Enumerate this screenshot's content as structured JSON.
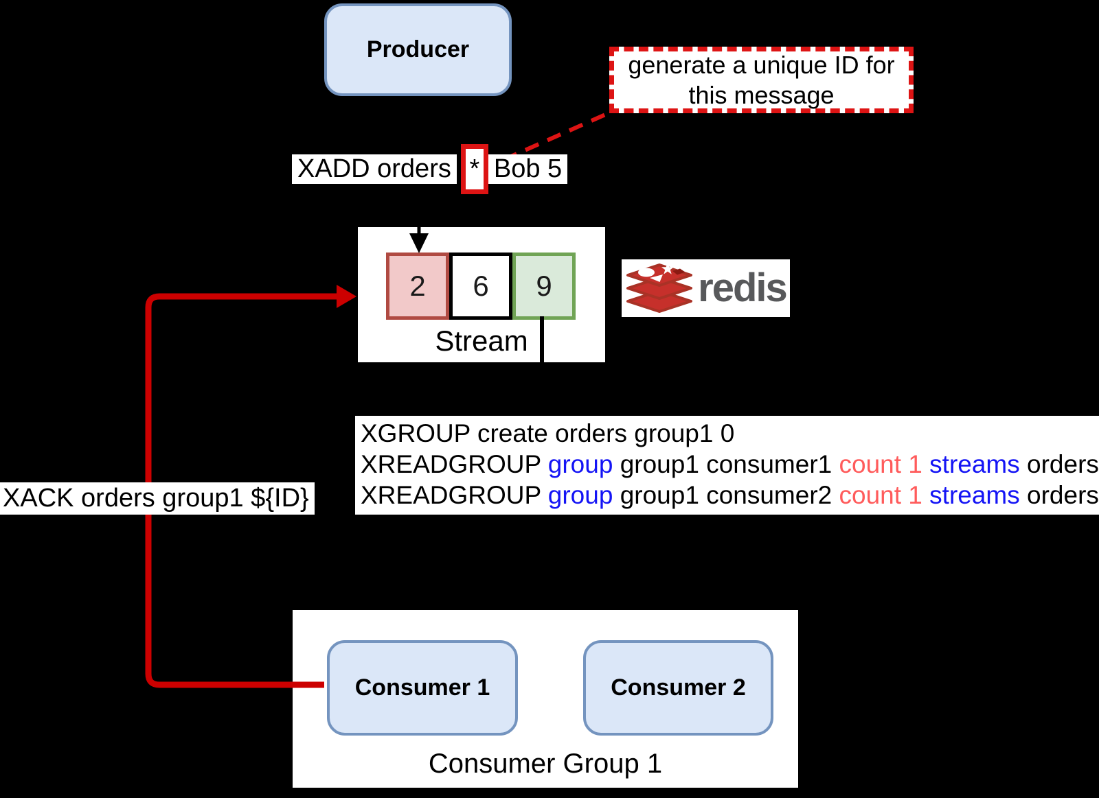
{
  "producer": {
    "label": "Producer"
  },
  "note": {
    "line1": "generate a unique ID for",
    "line2": "this message"
  },
  "xadd": {
    "left": "XADD orders",
    "star": "*",
    "right": "Bob 5"
  },
  "stream": {
    "label": "Stream",
    "cells": [
      {
        "value": "2",
        "fill": "#f2c9c9",
        "border": "#b04a42"
      },
      {
        "value": "6",
        "fill": "#ffffff",
        "border": "#000000"
      },
      {
        "value": "9",
        "fill": "#daeada",
        "border": "#70a455"
      }
    ]
  },
  "redis": {
    "wordmark": "redis"
  },
  "commands": {
    "line1": [
      {
        "text": "XGROUP create orders group1 0",
        "color": "#000000"
      }
    ],
    "line2": [
      {
        "text": "XREADGROUP ",
        "color": "#000000"
      },
      {
        "text": "group",
        "color": "#1414f5"
      },
      {
        "text": " group1 consumer1 ",
        "color": "#000000"
      },
      {
        "text": "count 1",
        "color": "#ff5b5b"
      },
      {
        "text": " ",
        "color": "#000000"
      },
      {
        "text": "streams",
        "color": "#1414f5"
      },
      {
        "text": " orders",
        "color": "#000000"
      }
    ],
    "line3": [
      {
        "text": "XREADGROUP ",
        "color": "#000000"
      },
      {
        "text": "group",
        "color": "#1414f5"
      },
      {
        "text": " group1 consumer2 ",
        "color": "#000000"
      },
      {
        "text": "count 1",
        "color": "#ff5b5b"
      },
      {
        "text": " ",
        "color": "#000000"
      },
      {
        "text": "streams",
        "color": "#1414f5"
      },
      {
        "text": " orders",
        "color": "#000000"
      }
    ]
  },
  "xack": {
    "label": "XACK orders group1 ${ID}"
  },
  "consumer_group": {
    "label": "Consumer Group 1",
    "consumers": [
      "Consumer 1",
      "Consumer 2"
    ]
  },
  "colors": {
    "background": "#000000",
    "node_blue_fill": "#dbe7f8",
    "node_blue_border": "#7494bf",
    "highlight_red": "#dd1414",
    "arrow_red": "#cc0000",
    "cmd_blue": "#1414f5",
    "cmd_red": "#ff5b5b",
    "redis_red": "#c6302b",
    "redis_dark_red": "#8a1a12",
    "redis_gray": "#58595b"
  }
}
